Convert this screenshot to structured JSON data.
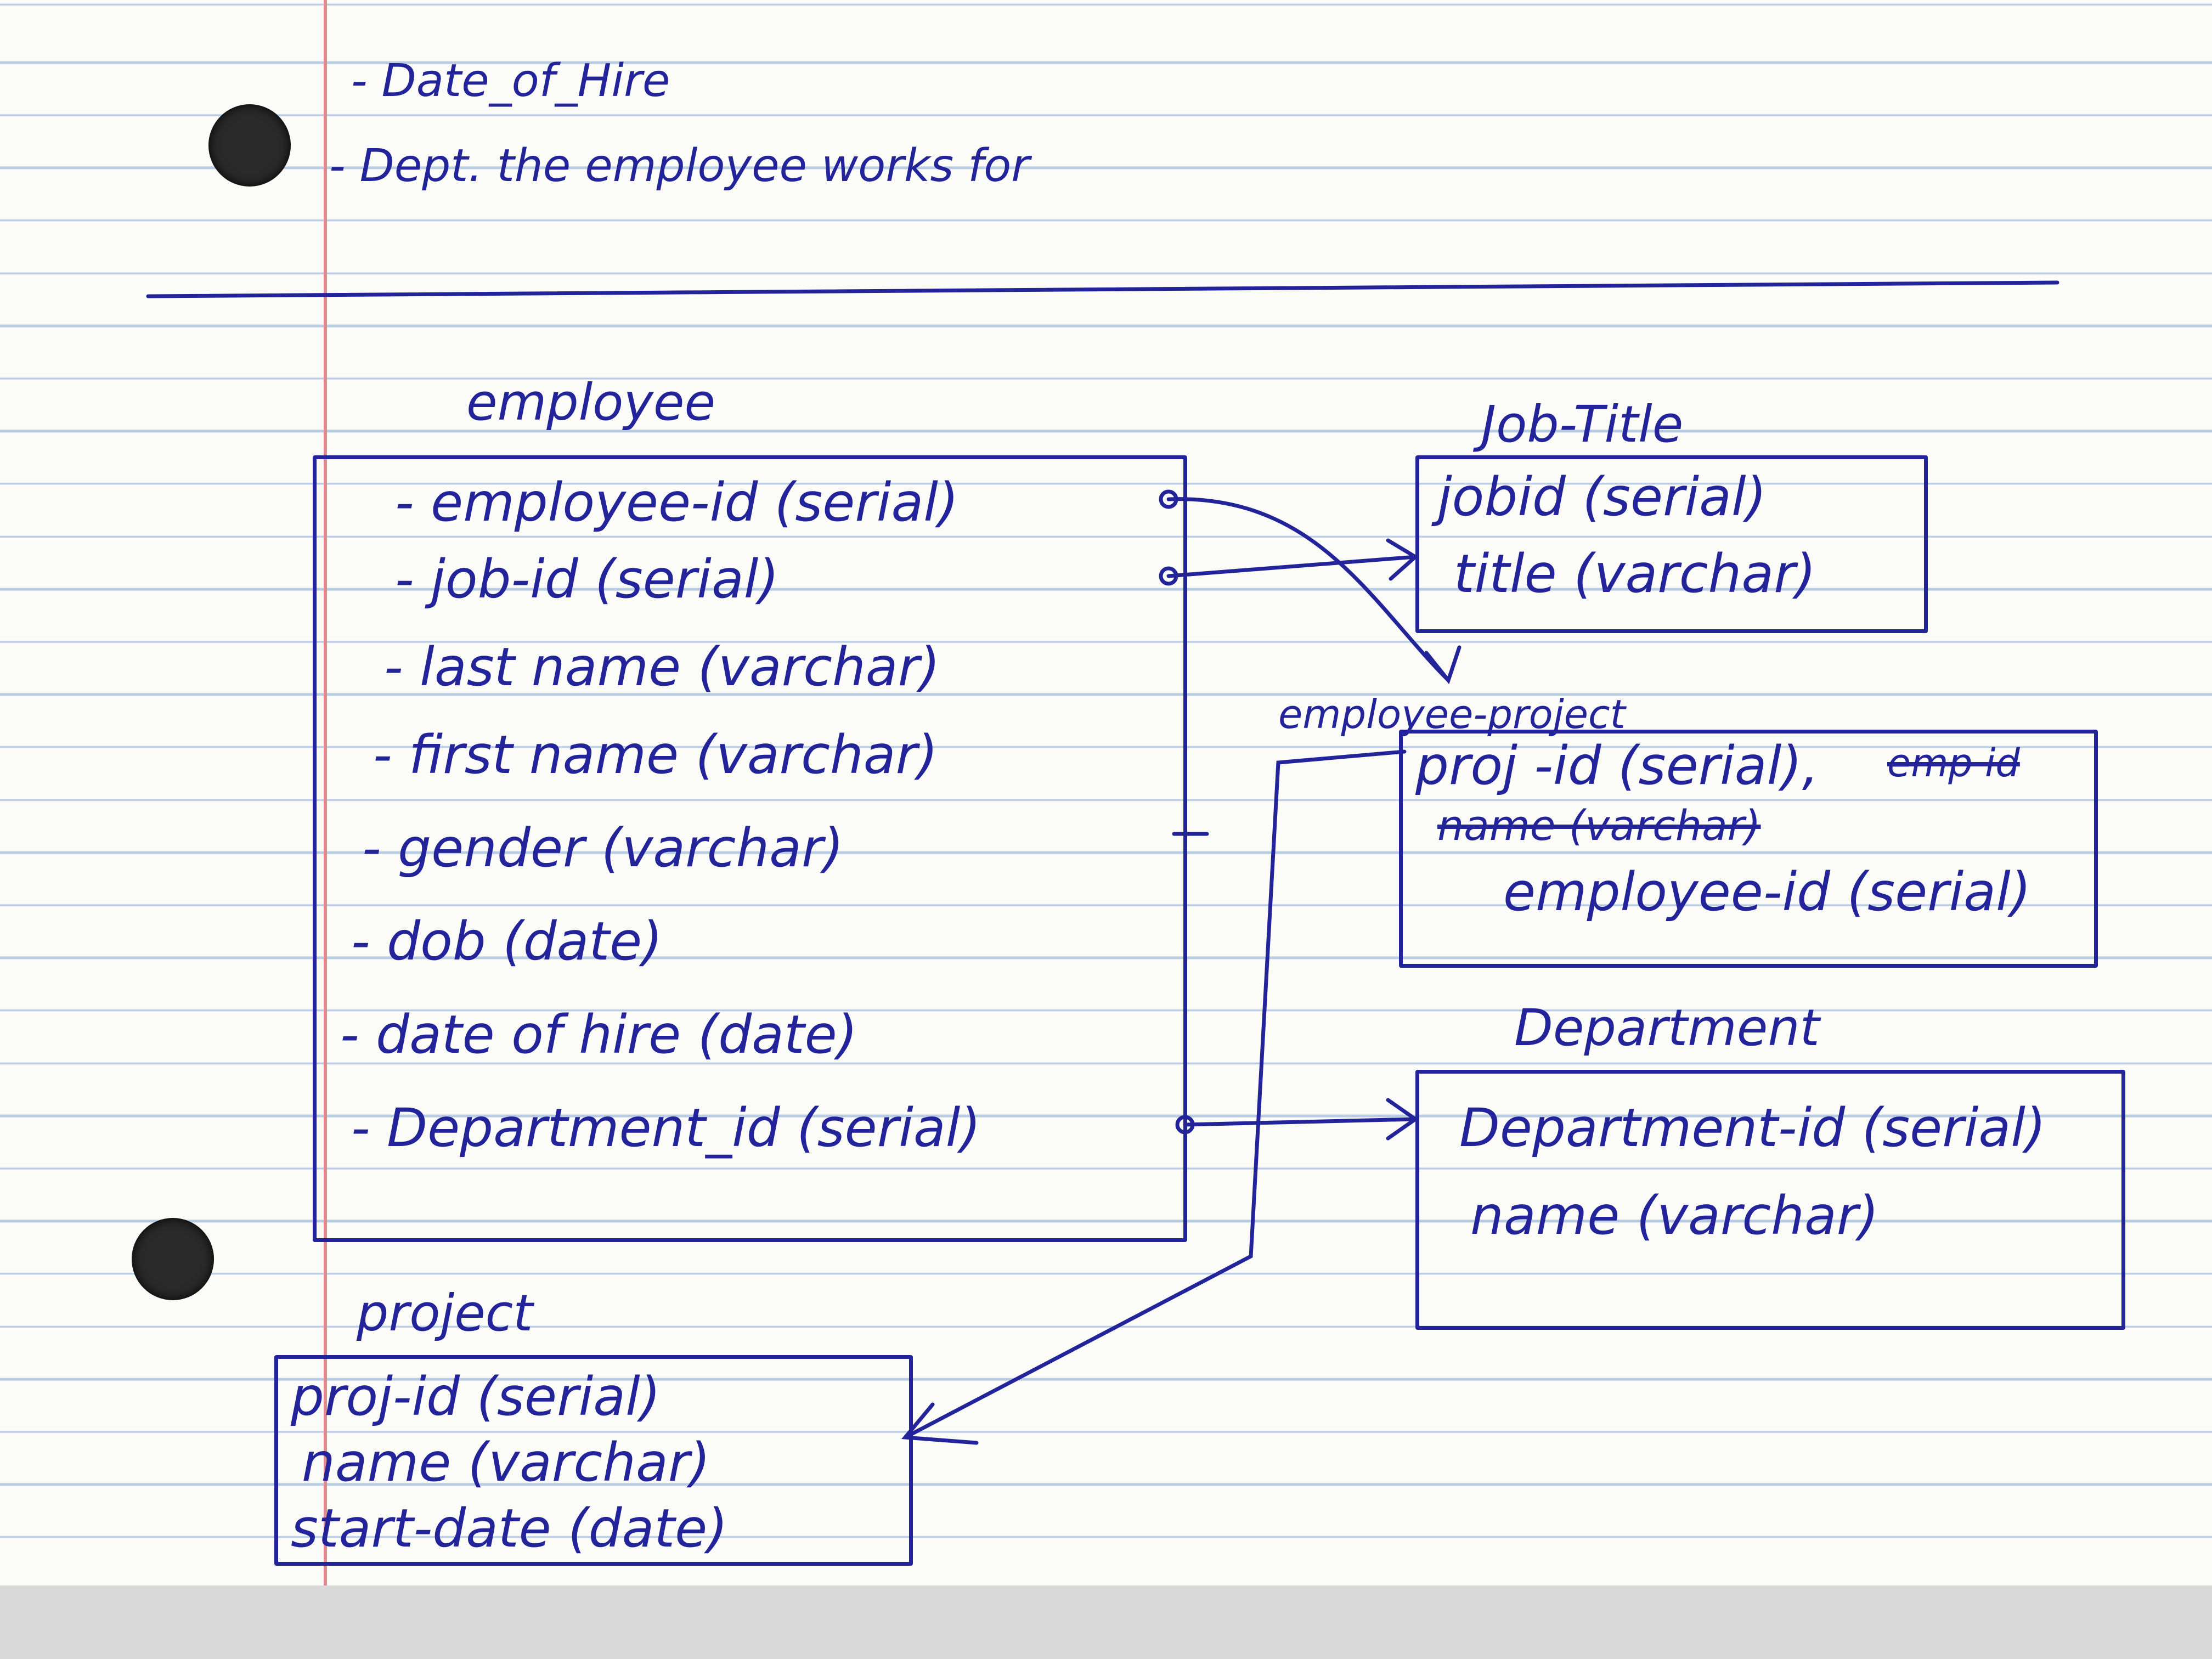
{
  "notes": {
    "hire": "- Date_of_Hire",
    "dept": "- Dept. the employee works for"
  },
  "employee": {
    "title": "employee",
    "fields": [
      "- employee-id (serial)",
      "- job-id (serial)",
      "- last name (varchar)",
      "- first name (varchar)",
      "- gender (varchar)",
      "- dob (date)",
      "- date of hire (date)",
      "- Department_id (serial)"
    ]
  },
  "job_title": {
    "title": "Job-Title",
    "fields": [
      "jobid (serial)",
      "title (varchar)"
    ]
  },
  "employee_project": {
    "title": "employee-project",
    "fields": [
      "proj -id (serial),",
      "employee-id (serial)"
    ],
    "struck": [
      "emp id",
      "name (varchar)"
    ]
  },
  "department": {
    "title": "Department",
    "fields": [
      "Department-id (serial)",
      "name (varchar)"
    ]
  },
  "project": {
    "title": "project",
    "fields": [
      "proj-id (serial)",
      "name (varchar)",
      "start-date (date)"
    ]
  },
  "colors": {
    "ink": "#23239a",
    "paper": "#fbfbf8",
    "rule": "#b9cbe2",
    "margin": "#e08c8c"
  }
}
